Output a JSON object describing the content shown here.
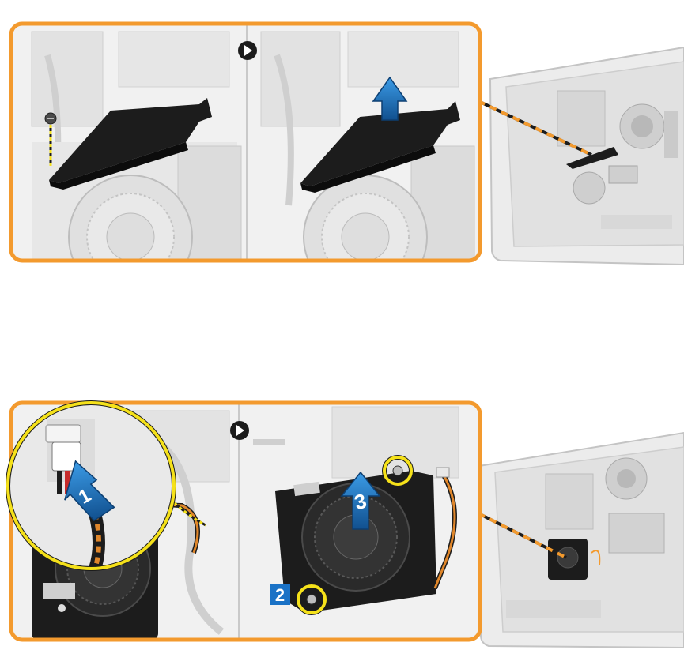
{
  "figures": [
    {
      "name": "fan-cover-removal",
      "panels": [
        "screw-removal",
        "cover-lift"
      ]
    },
    {
      "name": "system-fan-removal",
      "callouts": [
        {
          "label": "1",
          "action": "disconnect-fan-cable"
        },
        {
          "label": "2",
          "action": "remove-screws"
        },
        {
          "label": "3",
          "action": "lift-fan"
        }
      ]
    }
  ],
  "colors": {
    "frame": "#f39a2e",
    "callout_blue": "#1a72c6",
    "highlight_yellow": "#f5e11a",
    "chassis": "#e4e4e4",
    "part_black": "#1c1c1c",
    "leader": "#f39a2e"
  },
  "icons": [
    "next-step-arrow-icon",
    "lift-arrow-icon",
    "push-arrow-icon",
    "screw-icon"
  ]
}
